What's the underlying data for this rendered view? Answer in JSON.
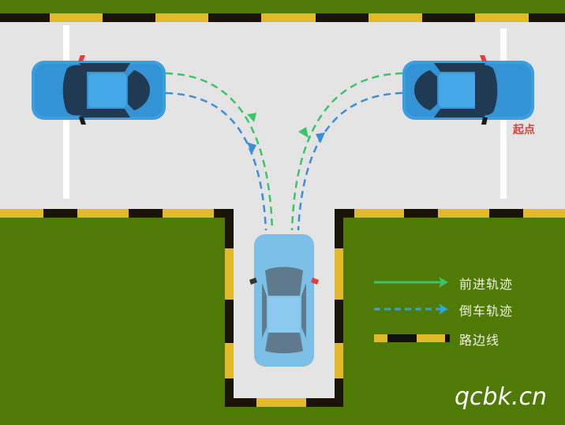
{
  "diagram": {
    "subject": "T-shaped reverse parking (倒车入库) course",
    "colors": {
      "grass": "#4e7a05",
      "road": "#e4e4e4",
      "curb_yellow": "#e2b927",
      "curb_black": "#1a1408",
      "forward_path": "#3cc46a",
      "reverse_path": "#3b8fd8",
      "car_body": "#3a9ee0",
      "car_body_parked": "#7cc0e8",
      "car_glass": "#1f3a52",
      "mirror_red": "#e0403a",
      "start_text": "#e0403a"
    },
    "start_label": "起点",
    "legend": {
      "items": [
        {
          "label": "前进轨迹",
          "style": "solid-green-arrow"
        },
        {
          "label": "倒车轨迹",
          "style": "dashed-blue-arrow"
        },
        {
          "label": "路边线",
          "style": "yellow-black-dashed-bar"
        }
      ]
    },
    "cars": [
      {
        "position": "top-left",
        "orientation": "horizontal"
      },
      {
        "position": "top-right",
        "orientation": "horizontal",
        "note": "start"
      },
      {
        "position": "parking-bay",
        "orientation": "vertical"
      }
    ],
    "watermark": "qcbk.cn"
  }
}
